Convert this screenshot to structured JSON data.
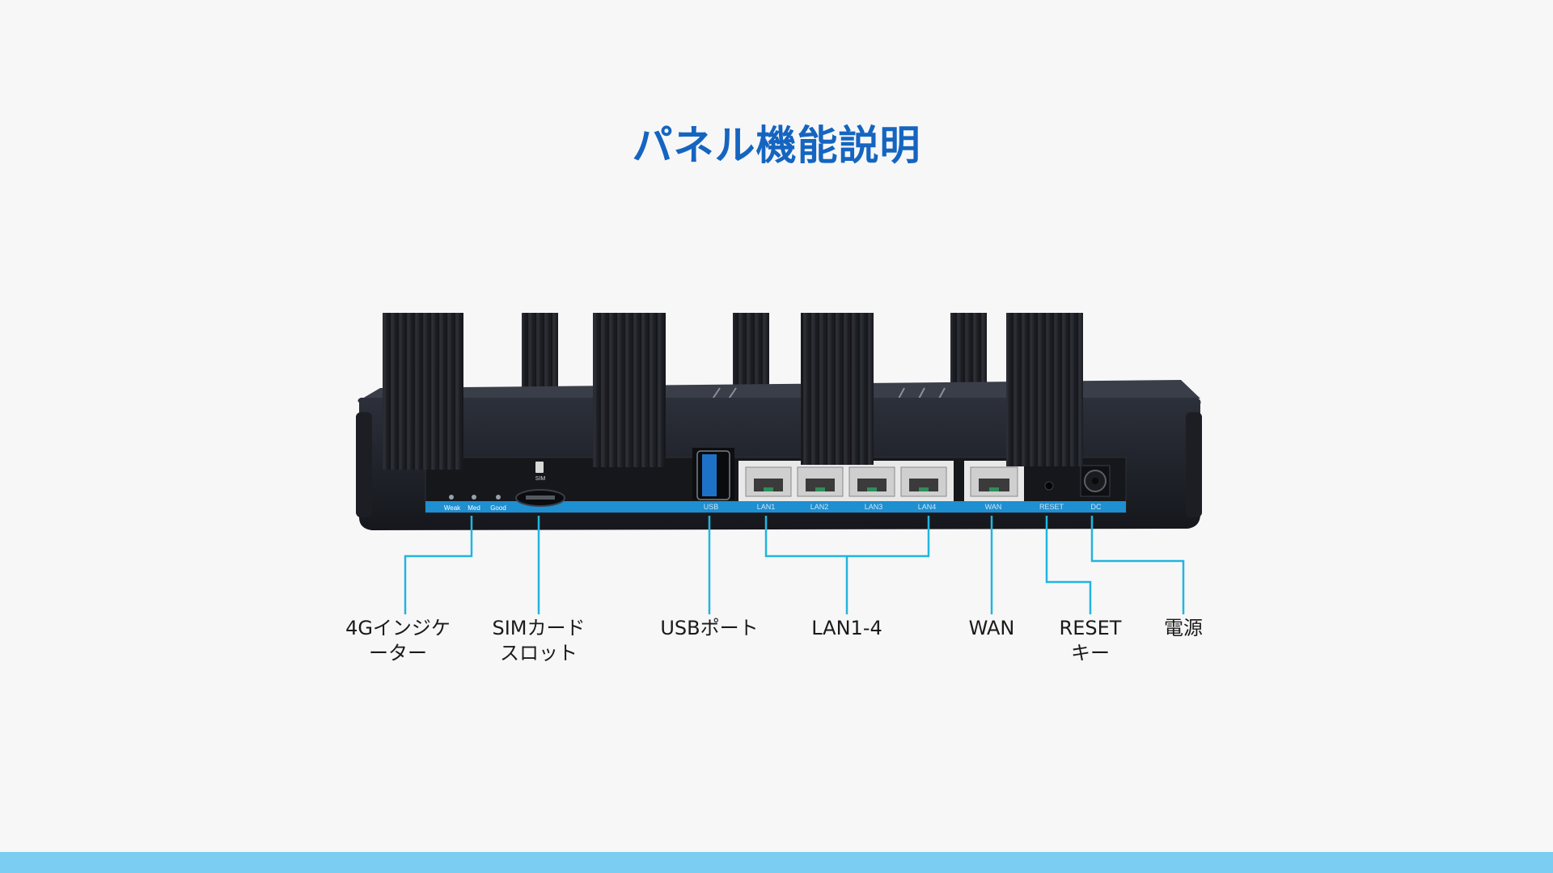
{
  "page": {
    "title": "パネル機能説明",
    "colors": {
      "title": "#1565c0",
      "accent_line": "#22b5de",
      "bottom_bar": "#7ccdf2",
      "panel_strip": "#1e8fd0",
      "router_body": "#20232b"
    }
  },
  "router": {
    "led_labels": [
      "Weak",
      "Med",
      "Good"
    ],
    "sim_label": "SIM",
    "port_labels": {
      "usb": "USB",
      "lan1": "LAN1",
      "lan2": "LAN2",
      "lan3": "LAN3",
      "lan4": "LAN4",
      "wan": "WAN",
      "reset": "RESET",
      "dc": "DC"
    }
  },
  "callouts": [
    {
      "label": "4Gインジケ\nーター"
    },
    {
      "label": "SIMカード\nスロット"
    },
    {
      "label": "USBポート"
    },
    {
      "label": "LAN1-4"
    },
    {
      "label": "WAN"
    },
    {
      "label": "RESET\nキー"
    },
    {
      "label": "電源"
    }
  ]
}
